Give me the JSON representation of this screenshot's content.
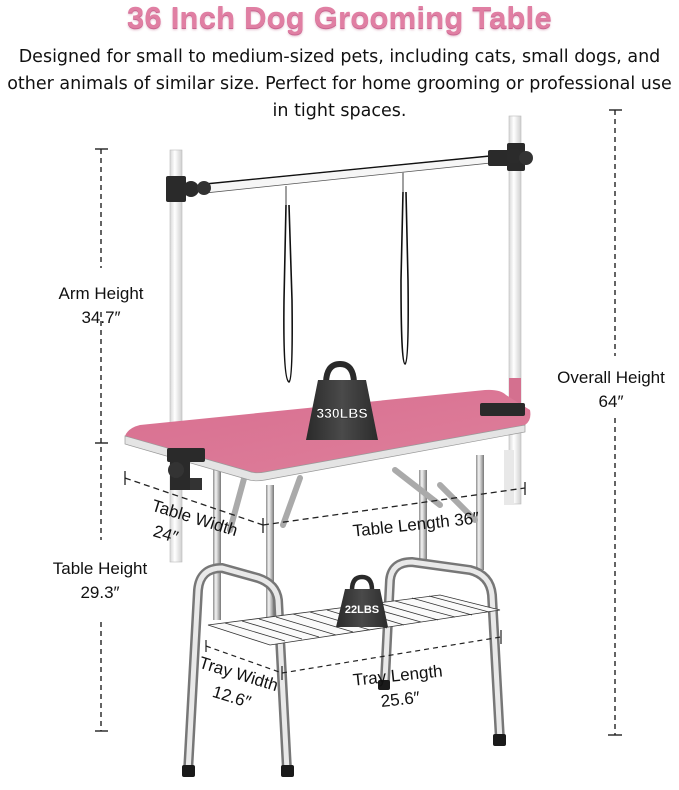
{
  "header": {
    "title": "36 Inch Dog Grooming Table",
    "description": "Designed for small to medium-sized pets, including cats, small dogs, and other animals of similar size. Perfect for home grooming or professional use in tight spaces."
  },
  "dimensions": {
    "arm_height": {
      "label": "Arm Height",
      "value": "34.7″"
    },
    "table_height": {
      "label": "Table Height",
      "value": "29.3″"
    },
    "overall_height": {
      "label": "Overall Height",
      "value": "64″"
    },
    "table_width": {
      "label": "Table Width",
      "value": "24″"
    },
    "table_length": {
      "label": "Table Length 36″"
    },
    "tray_width": {
      "label": "Tray Width",
      "value": "12.6″"
    },
    "tray_length": {
      "label": "Tray Length",
      "value": "25.6″"
    }
  },
  "weights": {
    "table_capacity": "330LBS",
    "tray_capacity": "22LBS"
  },
  "colors": {
    "title_pink": "#e07fa3",
    "table_top_pink": "#d9708f",
    "weight_dark": "#3a3a3a",
    "frame_black": "#222222"
  }
}
